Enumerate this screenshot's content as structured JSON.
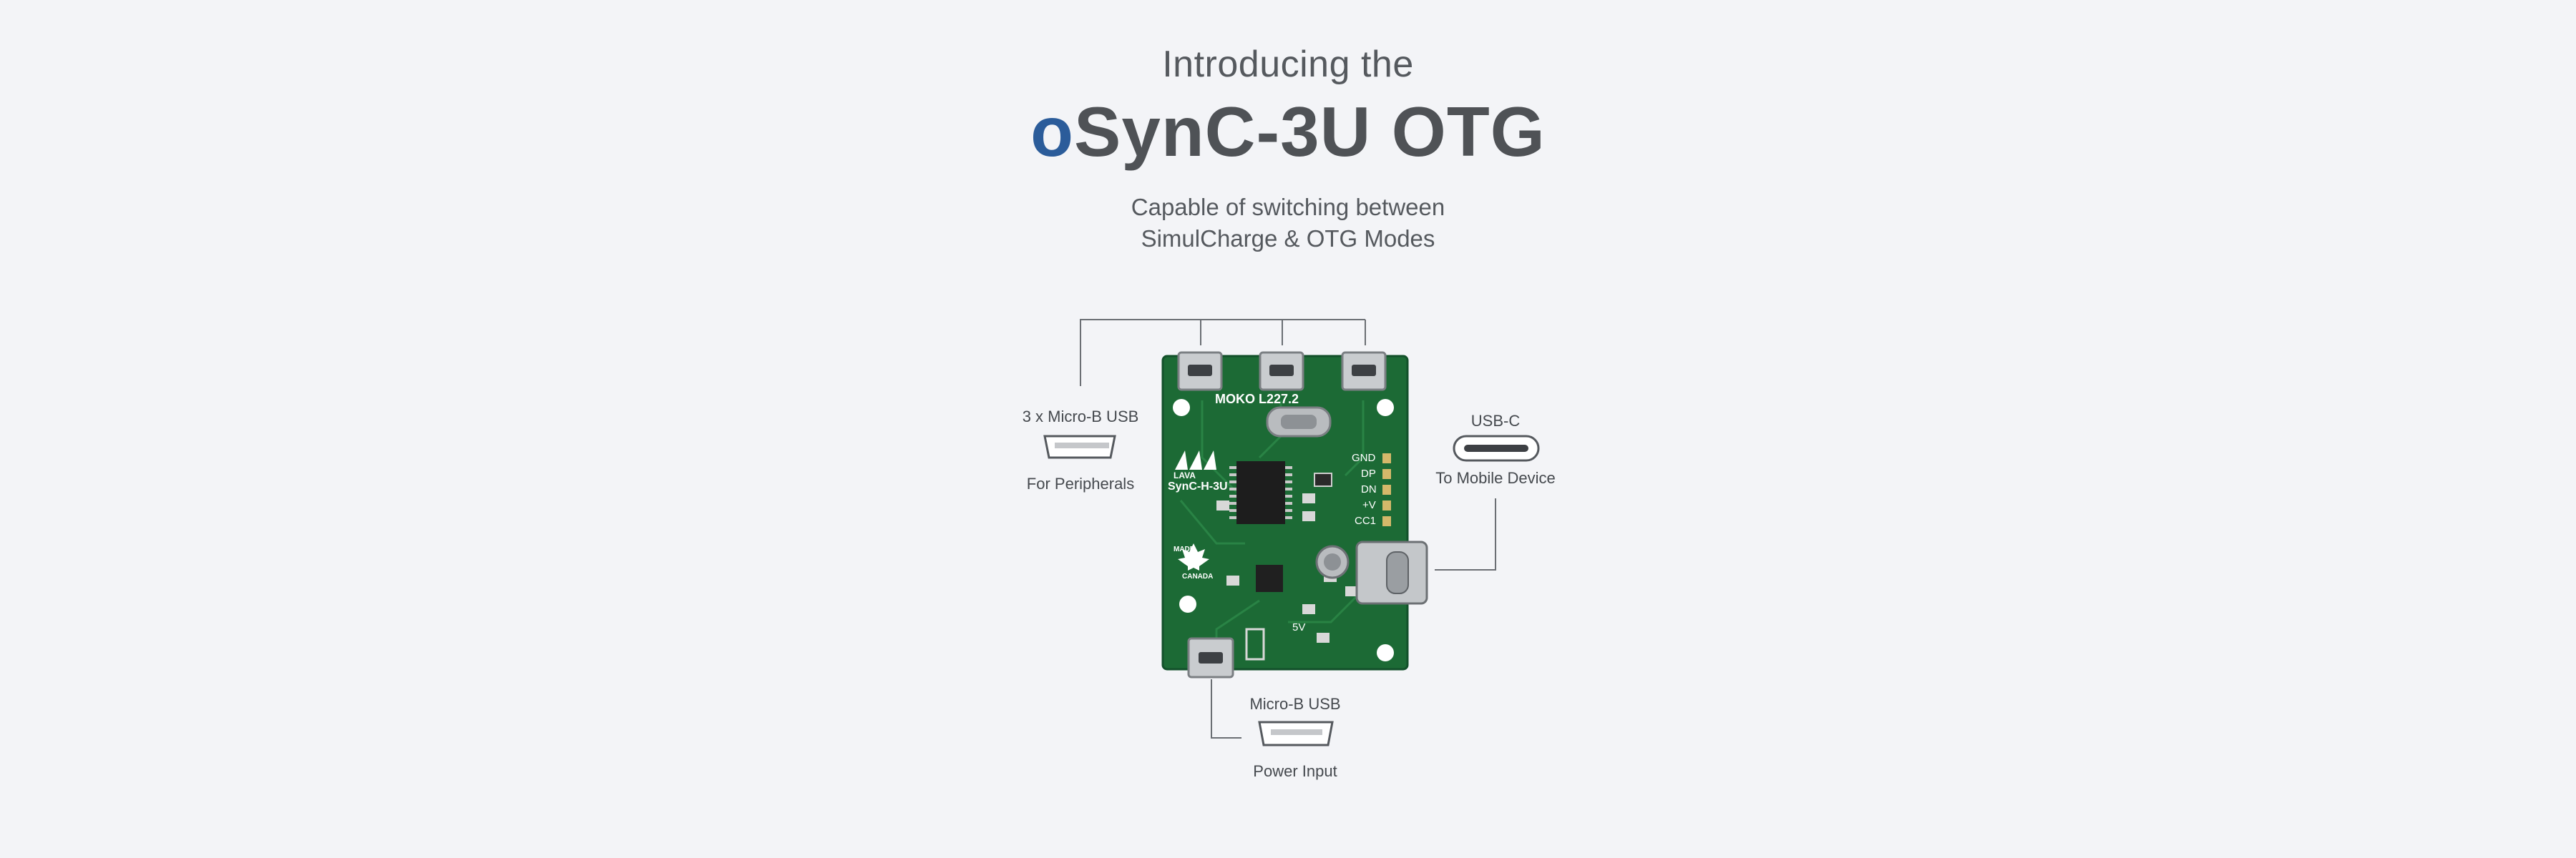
{
  "heading": {
    "intro": "Introducing the",
    "product_prefix": "o",
    "product_rest": "SynC-3U OTG"
  },
  "subtitle": {
    "line1": "Capable of switching between",
    "line2": "SimulCharge & OTG Modes"
  },
  "callouts": {
    "peripherals": {
      "title": "3 x Micro-B USB",
      "caption": "For Peripherals"
    },
    "usbc": {
      "title": "USB-C",
      "caption": "To Mobile Device"
    },
    "power": {
      "title": "Micro-B USB",
      "caption": "Power Input"
    }
  },
  "board": {
    "crystal_label": "MOKO L227.2",
    "logo_text": "LAVA",
    "model": "SynC-H-3U",
    "made_in_1": "MADE",
    "made_in_2": "CANADA",
    "voltage_label": "5V",
    "pins": [
      "GND",
      "DP",
      "DN",
      "+V",
      "CC1"
    ]
  },
  "colors": {
    "background": "#f3f4f7",
    "brand_blue": "#2b5c9a",
    "heading_gray": "#4f5256",
    "pcb_green": "#1c6a35"
  }
}
